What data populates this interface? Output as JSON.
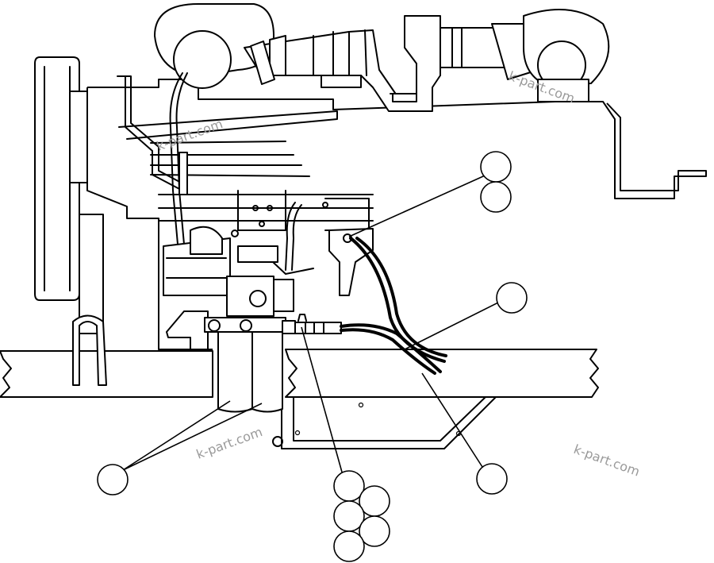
{
  "watermarks": [
    {
      "text": "k-part.com"
    },
    {
      "text": "k-part.com"
    },
    {
      "text": "k-part.com"
    },
    {
      "text": "k-part.com"
    }
  ],
  "callouts": [
    {
      "label": ""
    },
    {
      "label": ""
    },
    {
      "label": ""
    },
    {
      "label": ""
    },
    {
      "label": ""
    },
    {
      "label": ""
    },
    {
      "label": ""
    },
    {
      "label": ""
    },
    {
      "label": ""
    },
    {
      "label": ""
    }
  ]
}
